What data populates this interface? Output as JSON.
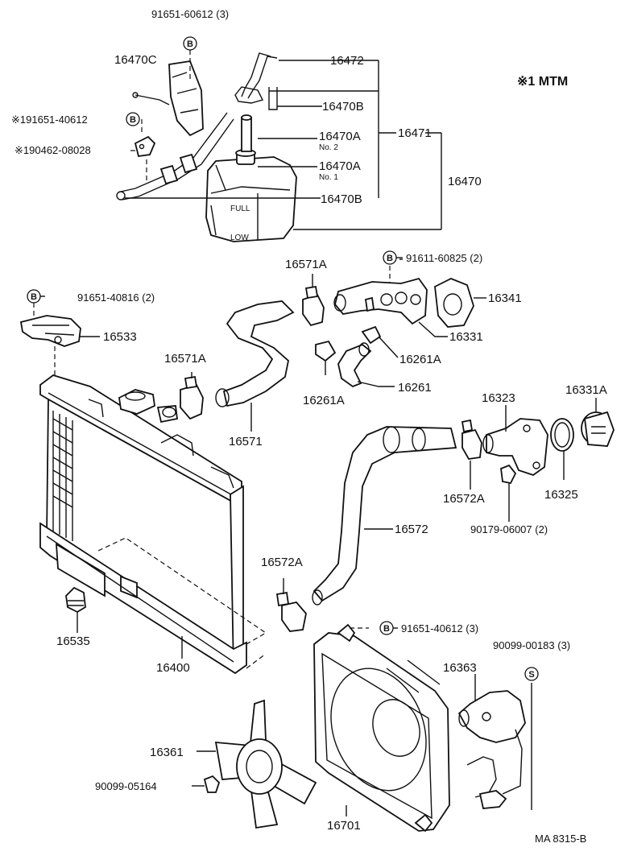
{
  "header": {
    "model_note": "※1 MTM"
  },
  "labels": {
    "p91651_60612_top": "91651-60612 (3)",
    "p16470C": "16470C",
    "p191651_40612": "※191651-40612",
    "p190462_08028": "※190462-08028",
    "p16472": "16472",
    "p16470B_a": "16470B",
    "p16470A_no2": "16470A",
    "no2": "No. 2",
    "p16471": "16471",
    "p16470A_no1": "16470A",
    "no1": "No. 1",
    "p16470": "16470",
    "p16470B_b": "16470B",
    "full": "FULL",
    "low": "LOW",
    "p91611_60825": "91611-60825 (2)",
    "p16571A_top": "16571A",
    "p16341": "16341",
    "p91651_40816": "91651-40816 (2)",
    "p16533": "16533",
    "p16331": "16331",
    "p16261A_r": "16261A",
    "p16571A_left": "16571A",
    "p16261": "16261",
    "p16261A_b": "16261A",
    "p16571": "16571",
    "p16323": "16323",
    "p16331A": "16331A",
    "p16572A_r": "16572A",
    "p16325": "16325",
    "p16572": "16572",
    "p90179_06007": "90179-06007 (2)",
    "p16572A_b": "16572A",
    "p16535": "16535",
    "p91651_40612_b": "91651-40612 (3)",
    "p90099_00183": "90099-00183 (3)",
    "p16400": "16400",
    "p16363": "16363",
    "p16361": "16361",
    "p90099_05164": "90099-05164",
    "p16701": "16701",
    "footer_code": "MA 8315-B"
  },
  "bubbles": {
    "b": "B",
    "s": "S"
  }
}
